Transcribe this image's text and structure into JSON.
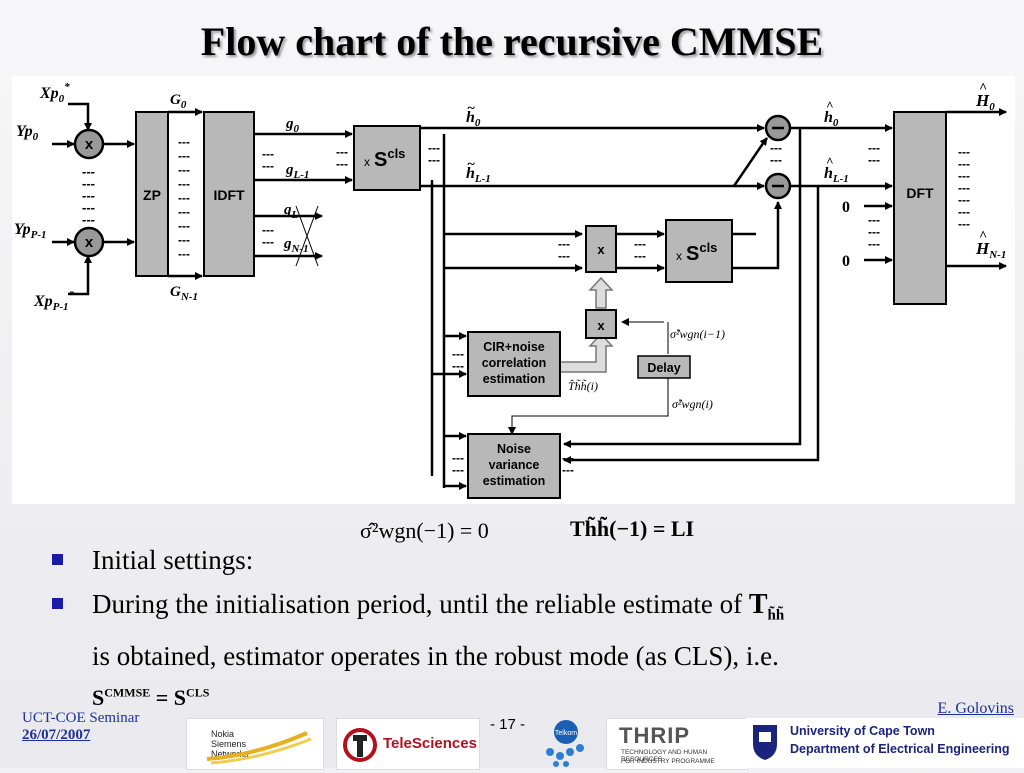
{
  "slide": {
    "title": "Flow chart of the recursive CMMSE",
    "page_number": "- 17 -",
    "author": "E. Golovins",
    "seminar": "UCT-COE Seminar",
    "date": "26/07/2007"
  },
  "diagram": {
    "blocks": {
      "zp": "ZP",
      "idft": "IDFT",
      "scls_top": "S",
      "scls_mid": "S",
      "scls_sup": "cls",
      "mult": "x",
      "mult2": "x",
      "dft": "DFT",
      "cir_line1": "CIR+noise",
      "cir_line2": "correlation",
      "cir_line3": "estimation",
      "delay": "Delay",
      "noise_line1": "Noise",
      "noise_line2": "variance",
      "noise_line3": "estimation"
    },
    "labels": {
      "xp0": "Xp",
      "xp0_sub": "0",
      "yp0": "Yp",
      "yp0_sub": "0",
      "ypP1": "Yp",
      "ypP1_sub": "P-1",
      "xpP1": "Xp",
      "xpP1_sub": "P-1",
      "g0_cap": "G",
      "g0_cap_sub": "0",
      "gN1_cap": "G",
      "gN1_cap_sub": "N-1",
      "g0": "g",
      "g0_sub": "0",
      "gL1": "g",
      "gL1_sub": "L-1",
      "gL": "g",
      "gL_sub": "L",
      "gN1": "g",
      "gN1_sub": "N-1",
      "h0t": "h",
      "h0t_sub": "0",
      "hL1t": "h",
      "hL1t_sub": "L-1",
      "h0h": "h",
      "h0h_sub": "0",
      "hL1h": "h",
      "hL1h_sub": "L-1",
      "H0": "H",
      "H0_sub": "0",
      "HN1": "H",
      "HN1_sub": "N-1",
      "zero1": "0",
      "zero2": "0",
      "sigma_prev": "σ̂²wgn(i−1)",
      "sigma_cur": "σ̂²wgn(i)",
      "t_hat": "T̂h̃h̃(i)"
    }
  },
  "equations": {
    "eq1": "σ̂²wgn(−1) = 0",
    "eq2": "Th̃h̃(−1) = LI"
  },
  "bullets": [
    "Initial settings:",
    "During the initialisation period, until the reliable estimate of",
    "is obtained, estimator operates in the robust mode (as CLS), i.e."
  ],
  "bullet_math": {
    "t_sym": "T",
    "t_sub": "h̃h̃",
    "s_cmmse": "S",
    "s_cmmse_sup": "CMMSE",
    "eq": "= S",
    "s_cls_sup": "CLS"
  },
  "logos": {
    "nokia": "Nokia Siemens Networks",
    "teleSciences": "TeleSciences",
    "telkom": "Telkom",
    "thrip": "THRIP",
    "thrip_sub1": "TECHNOLOGY AND HUMAN RESOURCES",
    "thrip_sub2": "FOR INDUSTRY PROGRAMME",
    "uct1": "University of Cape Town",
    "uct2": "Department of Electrical Engineering"
  },
  "colors": {
    "block_fill": "#b8b8b8",
    "block_stroke": "#000000",
    "title_shadow": "#9a9a9a",
    "bullet_square": "#1a1aa8",
    "footer_text": "#1f2f9a"
  }
}
